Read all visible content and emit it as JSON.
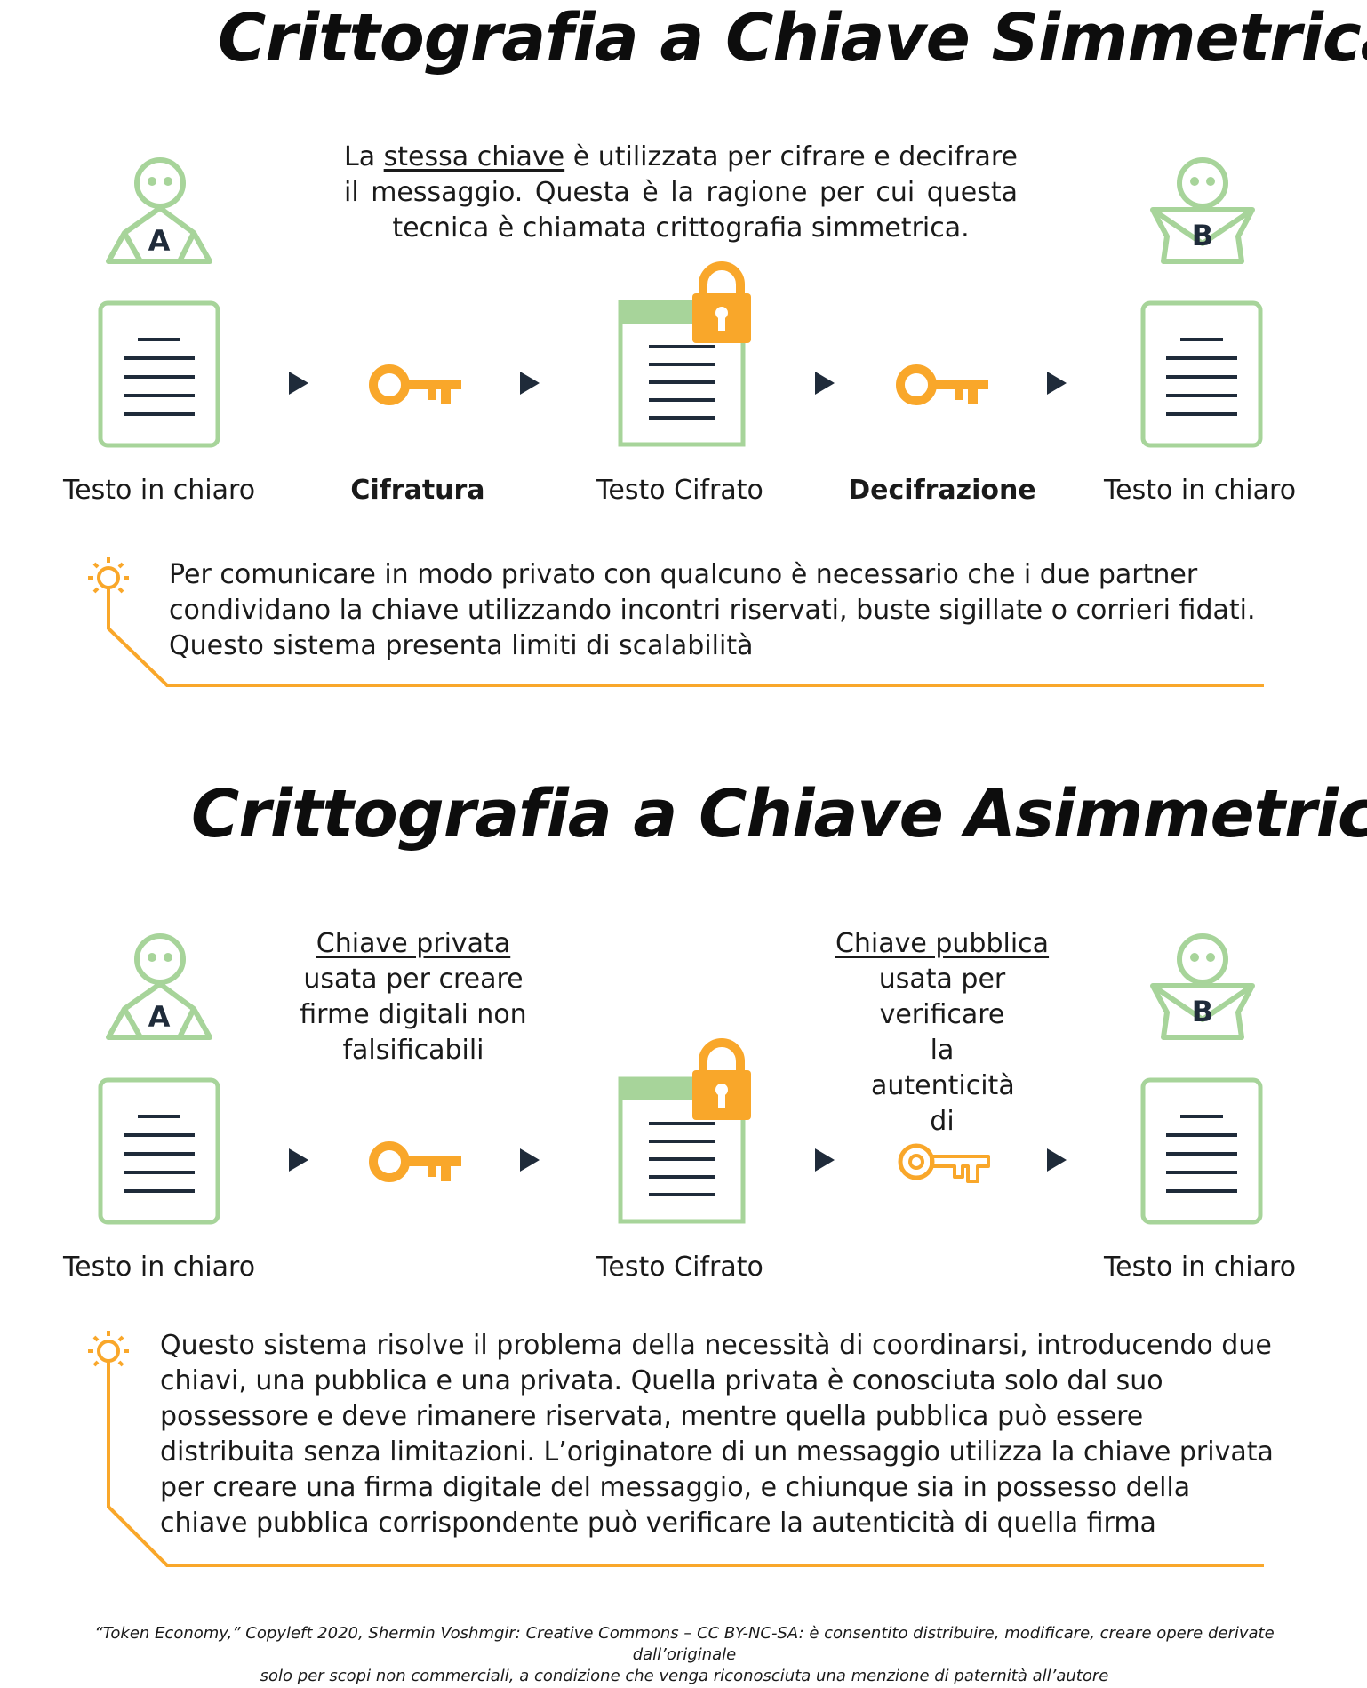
{
  "colors": {
    "green": "#a7d49a",
    "orange": "#f9a72a",
    "dark": "#1f2b3a",
    "text": "#1a1a1a"
  },
  "symmetric": {
    "title": "Crittografia a Chiave Simmetrica",
    "description_prefix": "La ",
    "description_underlined": "stessa chiave",
    "description_suffix": " è utilizzata per cifrare e decifrare il messaggio. Questa è la ragione per cui questa tecnica è chiamata crittografia simmetrica.",
    "person_a": "A",
    "person_b": "B",
    "labels": [
      "Testo in chiaro",
      "Cifratura",
      "Testo Cifrato",
      "Decifrazione",
      "Testo in chiaro"
    ],
    "note": "Per comunicare in modo privato con qualcuno è necessario che i due partner condividano la chiave utilizzando incontri riservati, buste sigillate o corrieri fidati. Questo sistema presenta limiti di scalabilità"
  },
  "asymmetric": {
    "title": "Crittografia a Chiave Asimmetrica",
    "person_a": "A",
    "person_b": "B",
    "private_key_title": "Chiave privata",
    "private_key_desc": "usata per creare firme digitali non falsificabili",
    "public_key_title": "Chiave pubblica",
    "public_key_desc": "usata per verificare la autenticità di",
    "labels": [
      "Testo in chiaro",
      "Testo Cifrato",
      "Testo in chiaro"
    ],
    "note": "Questo sistema risolve il problema della necessità di coordinarsi, introducendo due chiavi, una pubblica e una privata. Quella privata è conosciuta solo dal suo possessore e deve rimanere riservata, mentre quella pubblica può essere distribuita senza limitazioni. L’originatore di un messaggio utilizza la chiave privata per creare una firma digitale del messaggio, e chiunque sia in possesso della chiave pubblica corrispondente può verificare la autenticità di quella firma"
  },
  "footer": {
    "line1": "“Token Economy,” Copyleft 2020, Shermin Voshmgir: Creative Commons – CC BY-NC-SA: è consentito distribuire, modificare, creare opere derivate dall’originale",
    "line2": "solo per scopi non commerciali, a condizione che venga riconosciuta una menzione di paternità all’autore"
  }
}
